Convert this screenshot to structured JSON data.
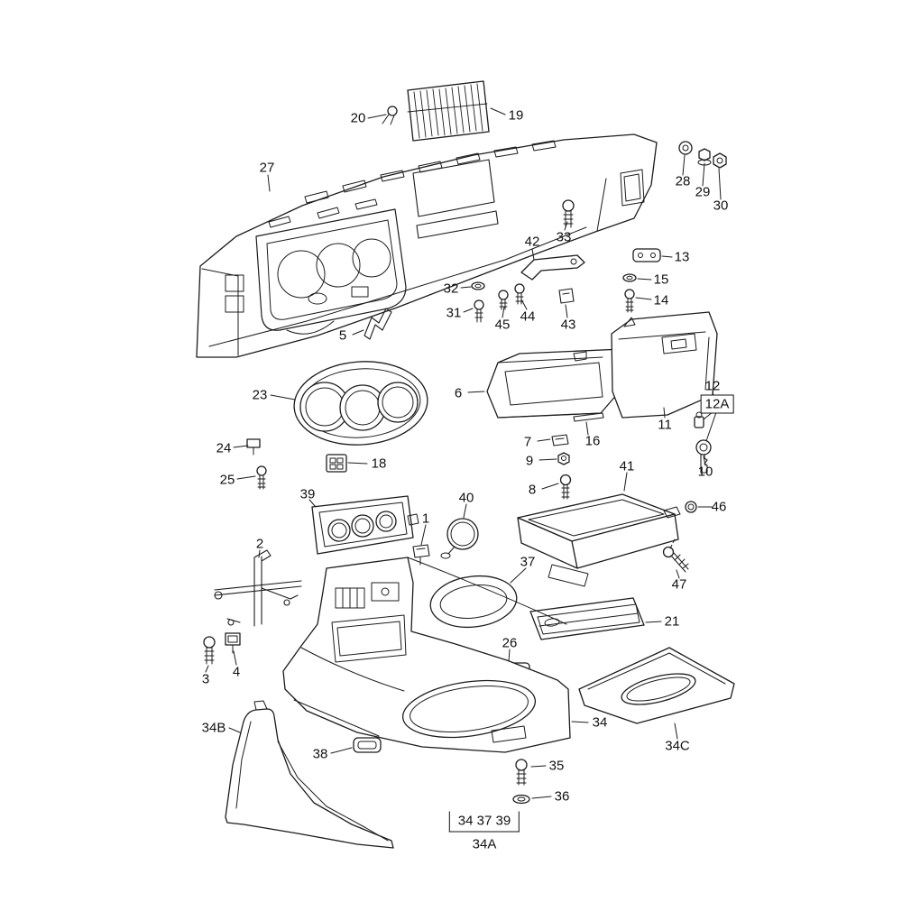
{
  "labels": {
    "p1": "1",
    "p2": "2",
    "p3": "3",
    "p4": "4",
    "p5": "5",
    "p6": "6",
    "p7": "7",
    "p8": "8",
    "p9": "9",
    "p10": "10",
    "p11": "11",
    "p12": "12",
    "p12a": "12A",
    "p13": "13",
    "p14": "14",
    "p15": "15",
    "p16": "16",
    "p18": "18",
    "p19": "19",
    "p20": "20",
    "p21": "21",
    "p23": "23",
    "p24": "24",
    "p25": "25",
    "p26": "26",
    "p27": "27",
    "p28": "28",
    "p29": "29",
    "p30": "30",
    "p31": "31",
    "p32": "32",
    "p33": "33",
    "p34": "34",
    "p34b": "34B",
    "p34c": "34C",
    "p35": "35",
    "p36": "36",
    "p37": "37",
    "p38": "38",
    "p39": "39",
    "p40": "40",
    "p41": "41",
    "p42": "42",
    "p43": "43",
    "p44": "44",
    "p45": "45",
    "p46": "46",
    "p47": "47",
    "ref_top": "34  37  39",
    "ref_bottom": "34A"
  }
}
